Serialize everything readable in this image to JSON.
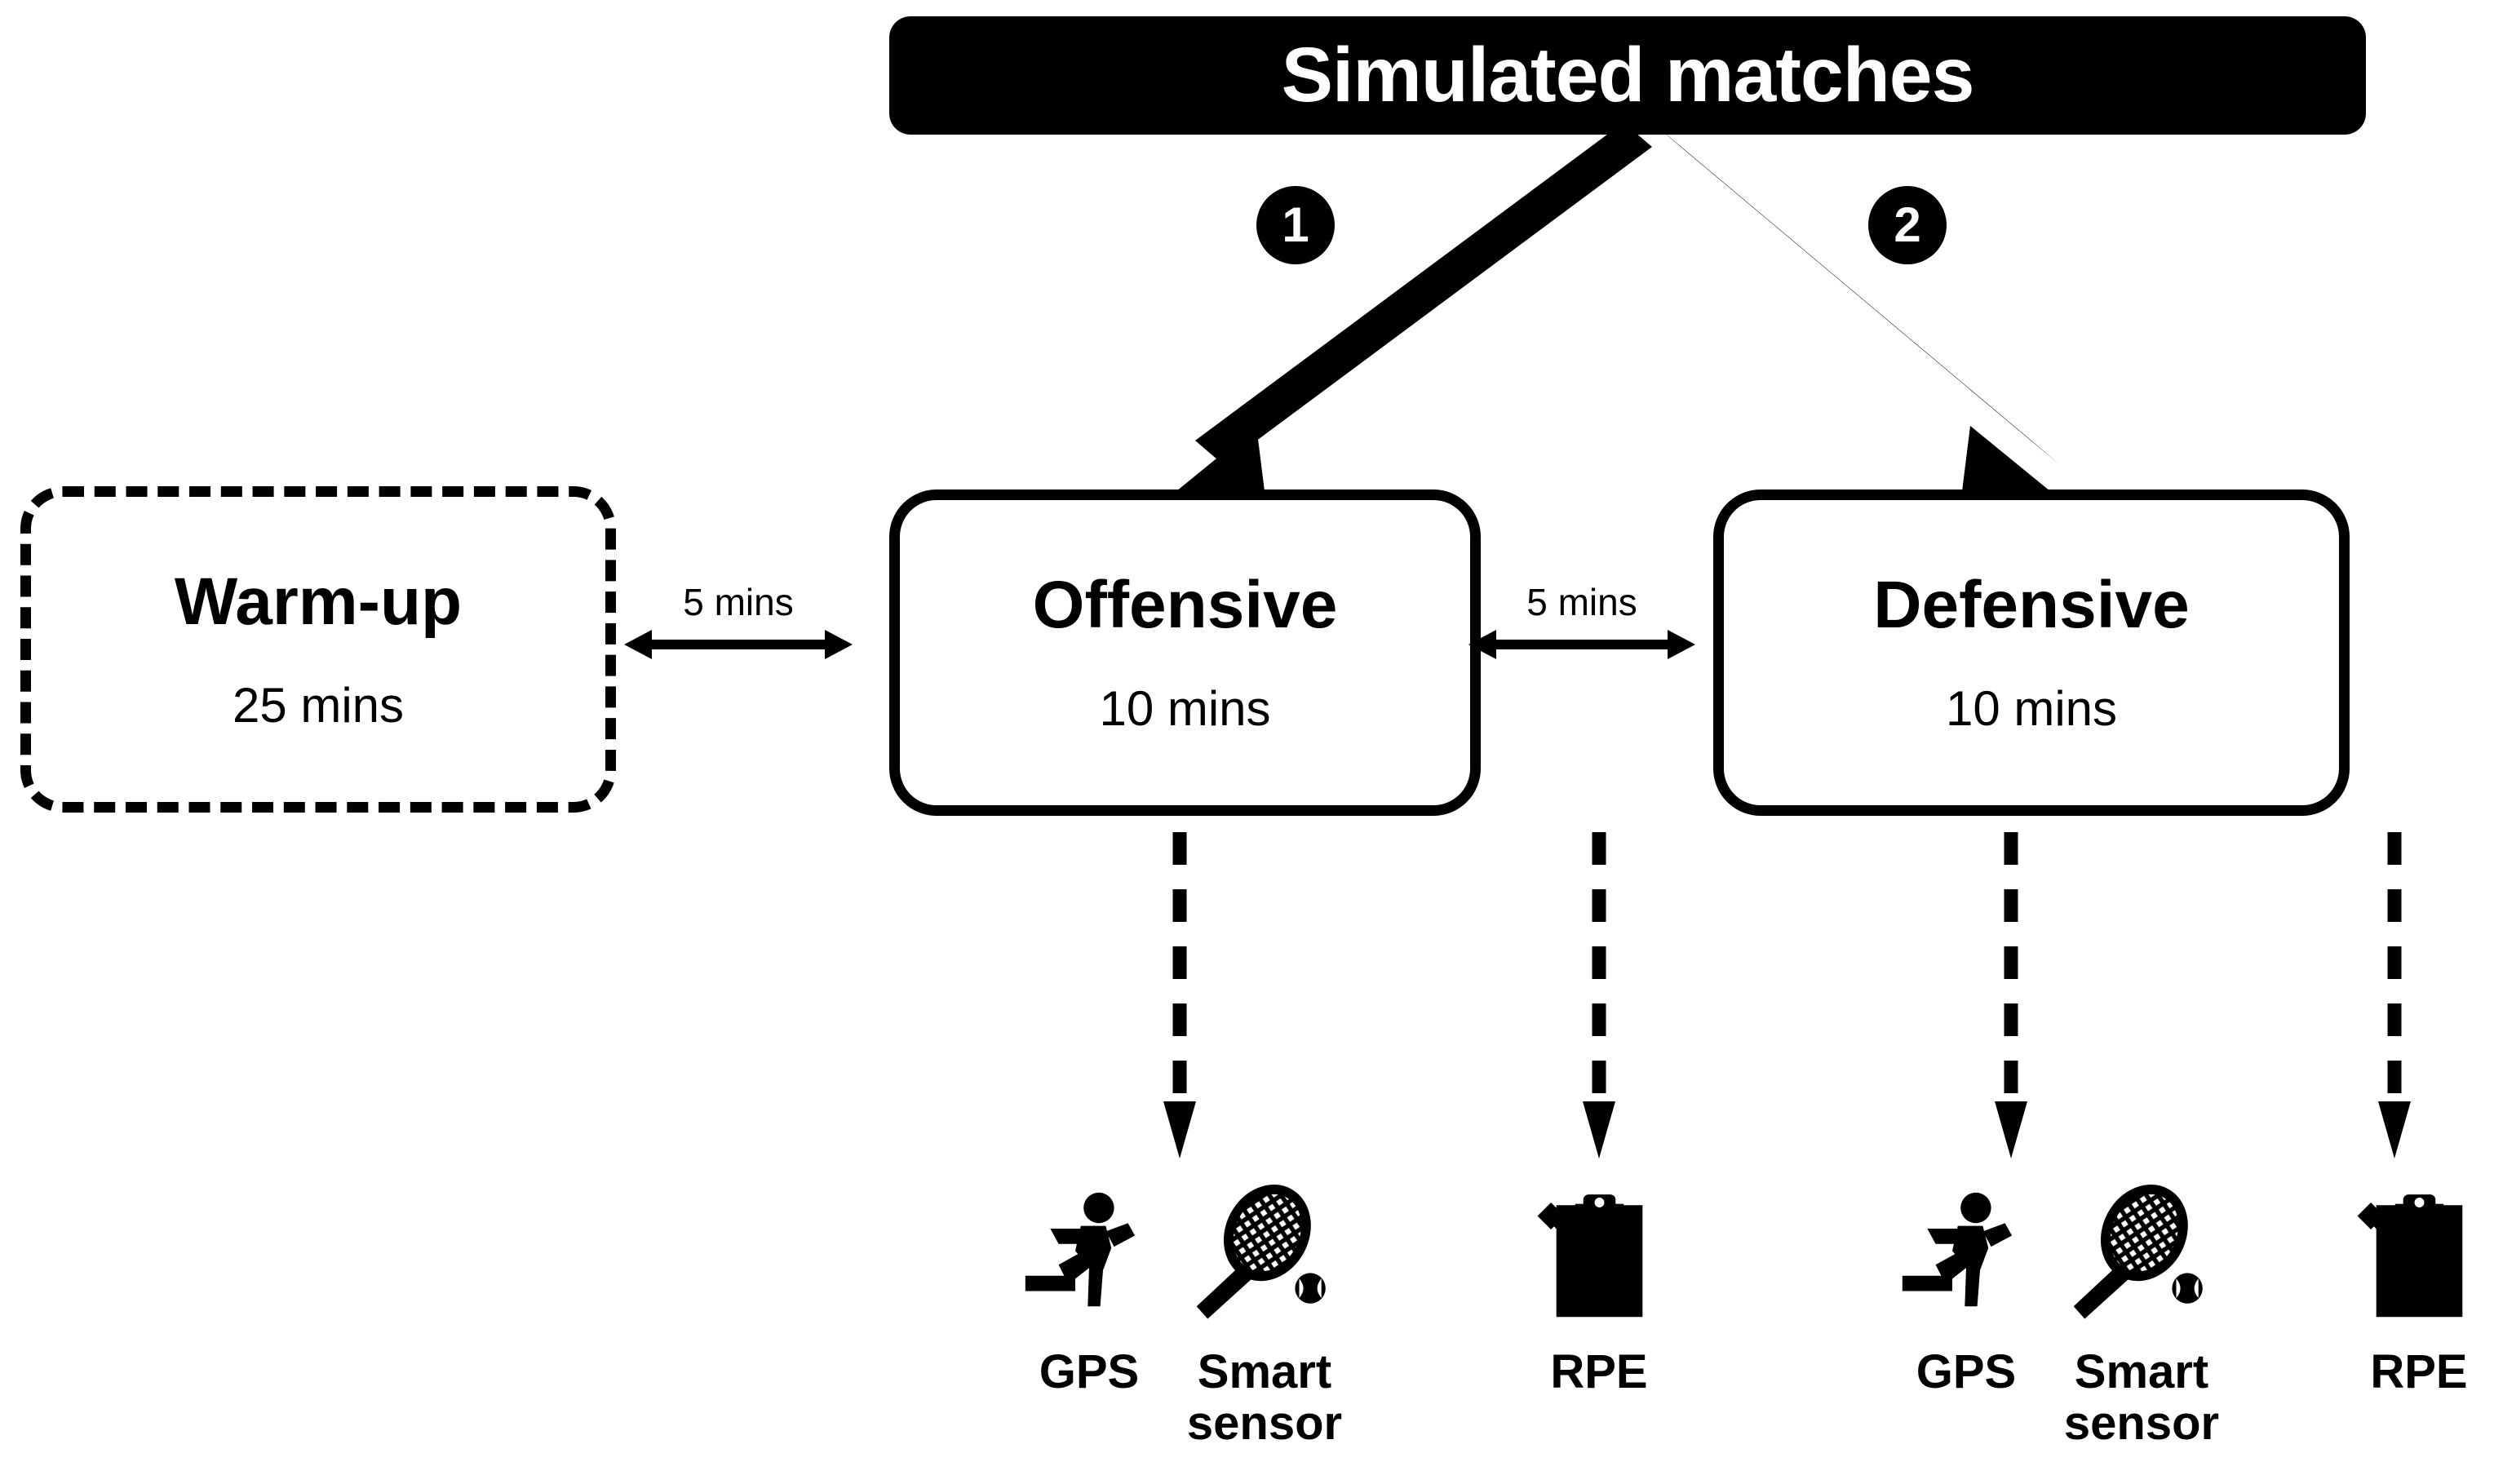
{
  "diagram": {
    "title": "Simulated matches",
    "title_banner": {
      "background": "#000000",
      "text_color": "#ffffff"
    },
    "badges": [
      {
        "name": "badge-1",
        "label": "1"
      },
      {
        "name": "badge-2",
        "label": "2"
      }
    ],
    "stages": [
      {
        "name": "warm-up",
        "label": "Warm-up",
        "duration": "25 mins",
        "border": "dashed"
      },
      {
        "name": "offensive",
        "label": "Offensive",
        "duration": "10 mins",
        "border": "solid"
      },
      {
        "name": "defensive",
        "label": "Defensive",
        "duration": "10 mins",
        "border": "solid"
      }
    ],
    "gaps": [
      {
        "name": "gap-warmup-offensive",
        "label": "5 mins"
      },
      {
        "name": "gap-offensive-defensive",
        "label": "5 mins"
      }
    ],
    "measurements": [
      {
        "name": "gps-offensive",
        "icon": "running-person-icon",
        "label": "GPS"
      },
      {
        "name": "sensor-offensive",
        "icon": "tennis-racket-icon",
        "label": "Smart\nsensor"
      },
      {
        "name": "rpe-offensive",
        "icon": "clipboard-pencil-icon",
        "label": "RPE"
      },
      {
        "name": "gps-defensive",
        "icon": "running-person-icon",
        "label": "GPS"
      },
      {
        "name": "sensor-defensive",
        "icon": "tennis-racket-icon",
        "label": "Smart\nsensor"
      },
      {
        "name": "rpe-defensive",
        "icon": "clipboard-pencil-icon",
        "label": "RPE"
      }
    ],
    "colors": {
      "ink": "#000000",
      "paper": "#ffffff"
    }
  }
}
